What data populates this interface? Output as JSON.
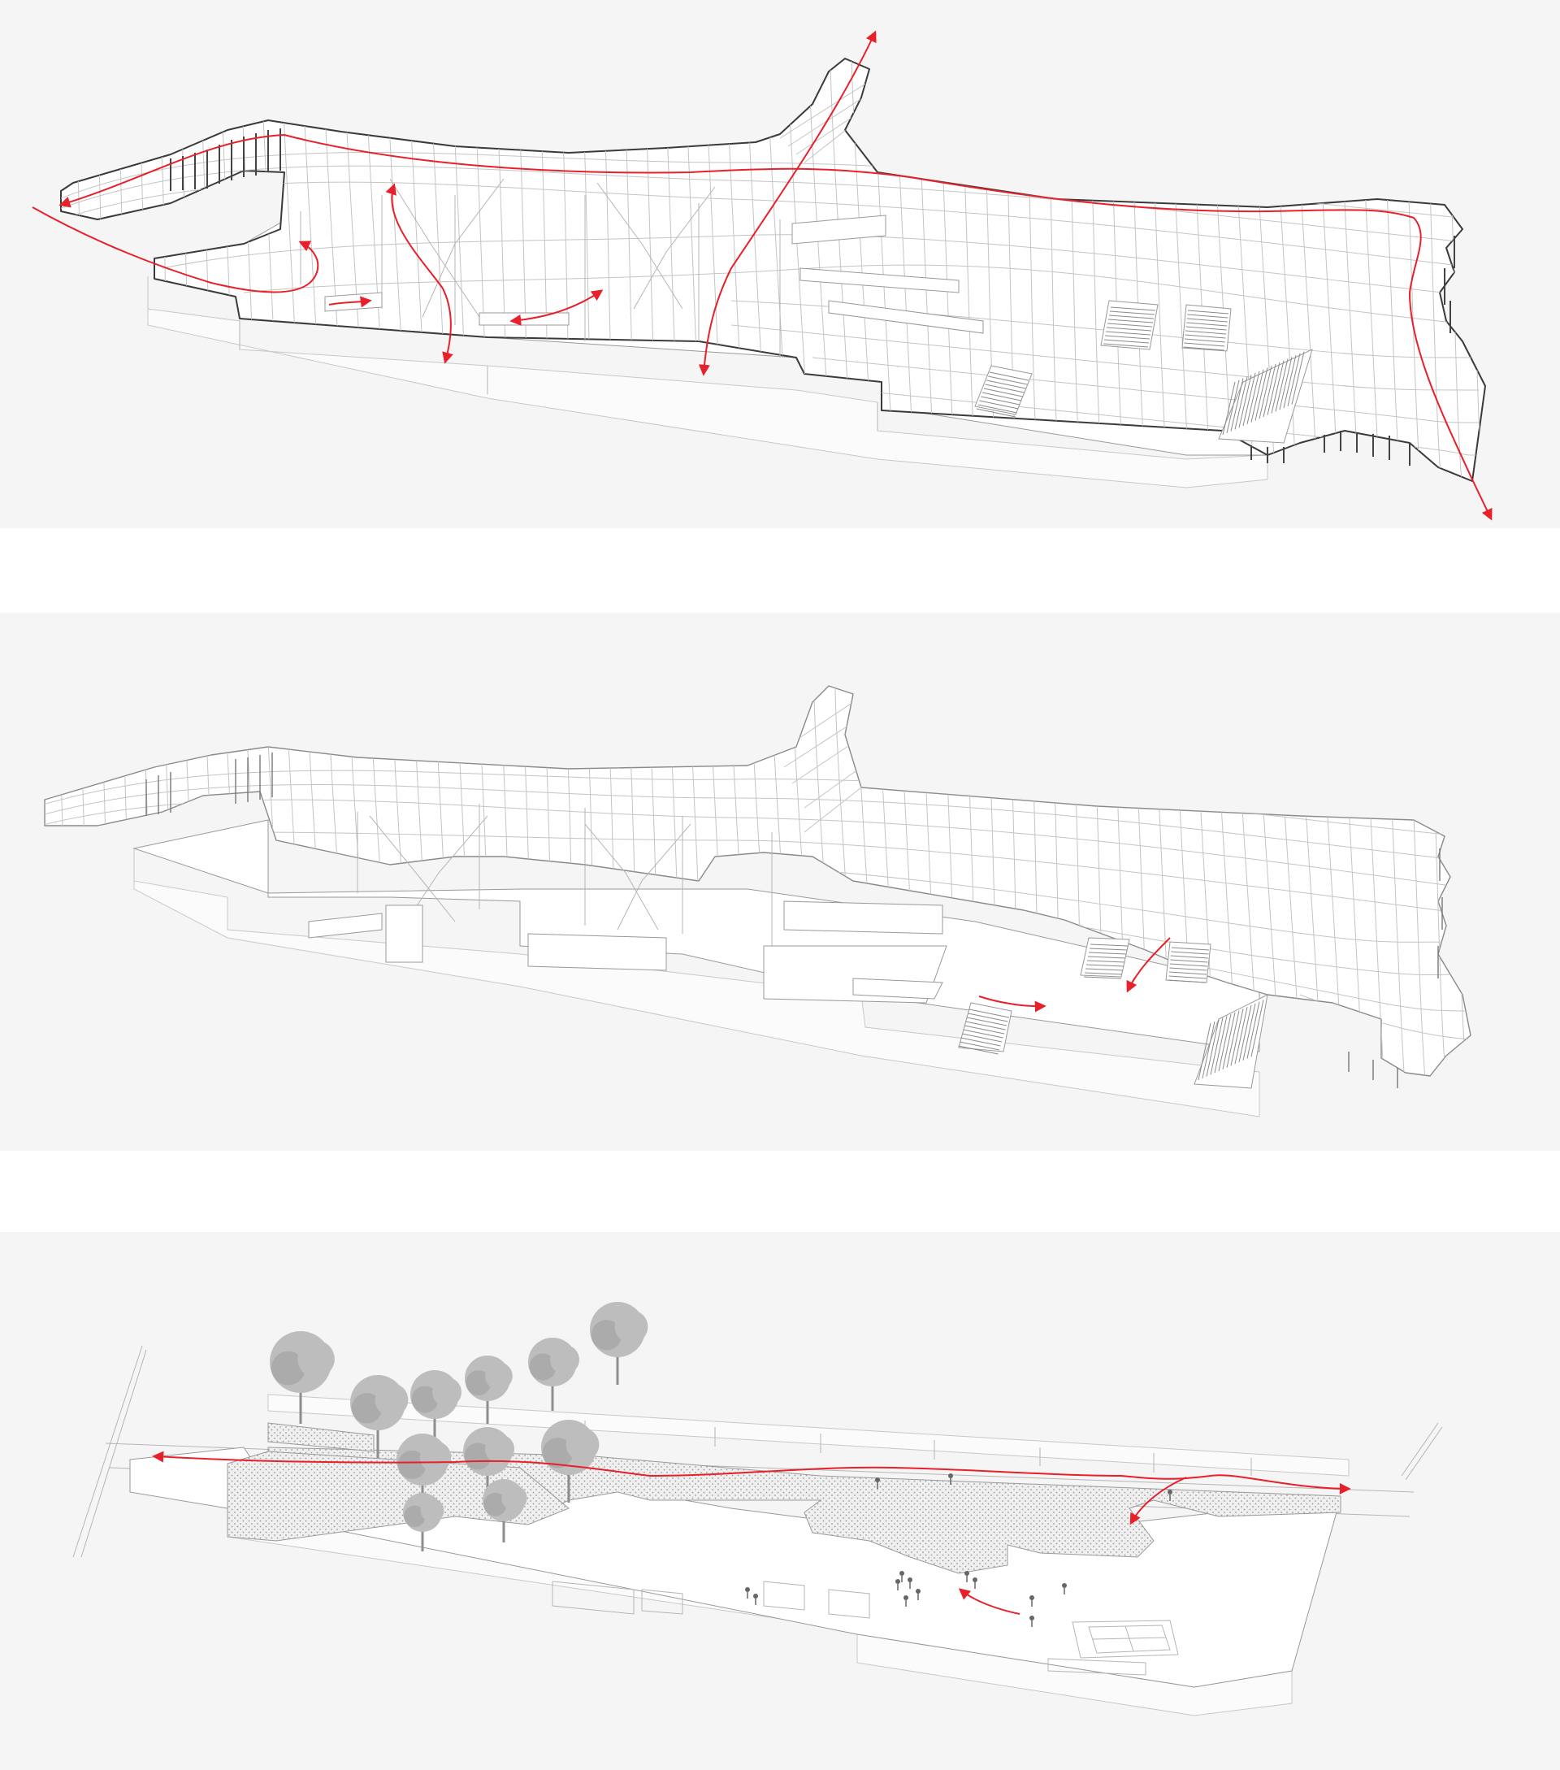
{
  "panels": [
    {
      "id": "circulation-roof-walk"
    },
    {
      "id": "canopy-overview"
    },
    {
      "id": "site-ground-plan"
    }
  ],
  "colors": {
    "background": "#f5f5f5",
    "linework": "#3a3a3a",
    "grid": "#c4c4c4",
    "circulation_arrow": "#e8202a",
    "trees": "#bdbdbd"
  }
}
